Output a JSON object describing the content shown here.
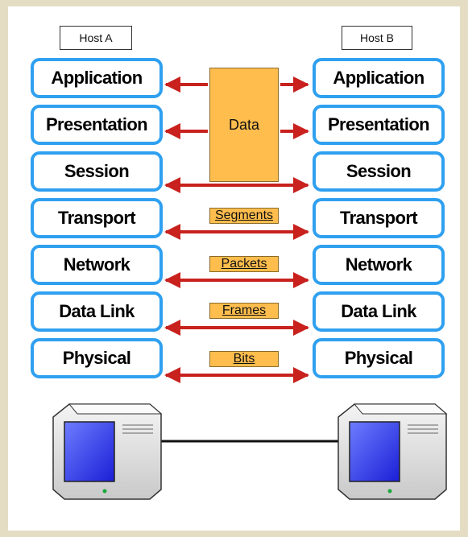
{
  "host_a": {
    "label": "Host A"
  },
  "host_b": {
    "label": "Host B"
  },
  "layers": [
    "Application",
    "Presentation",
    "Session",
    "Transport",
    "Network",
    "Data Link",
    "Physical"
  ],
  "data_unit_upper": "Data",
  "pdus": {
    "transport": "Segments",
    "network": "Packets",
    "data_link": "Frames",
    "physical": "Bits"
  },
  "colors": {
    "layer_border": "#2fa0f0",
    "arrow": "#c8211e",
    "pdu_fill": "#ffbd4d",
    "background": "#e4ddc4"
  }
}
